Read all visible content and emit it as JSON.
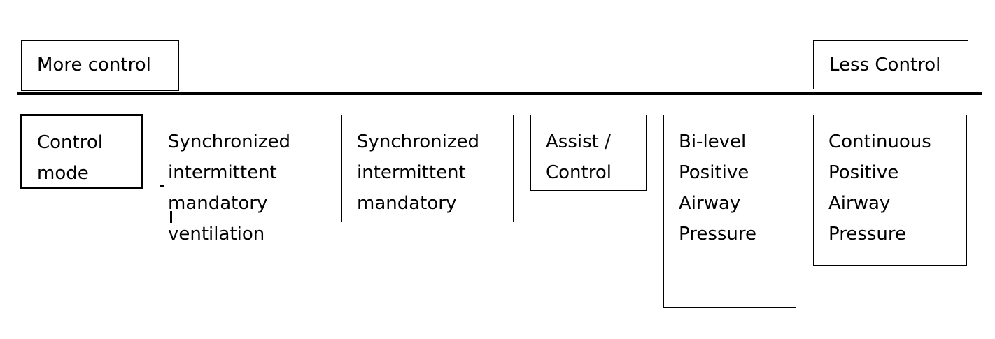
{
  "scale": {
    "left_label": "More control",
    "right_label": "Less Control"
  },
  "modes": [
    {
      "text": "Control\nmode"
    },
    {
      "text": "Synchronized\nintermittent\nmandatory\nventilation"
    },
    {
      "text": "Synchronized\nintermittent\nmandatory"
    },
    {
      "text": "Assist /\nControl"
    },
    {
      "text": "Bi-level\nPositive\nAirway\nPressure"
    },
    {
      "text": "Continuous\nPositive\nAirway\nPressure"
    }
  ]
}
